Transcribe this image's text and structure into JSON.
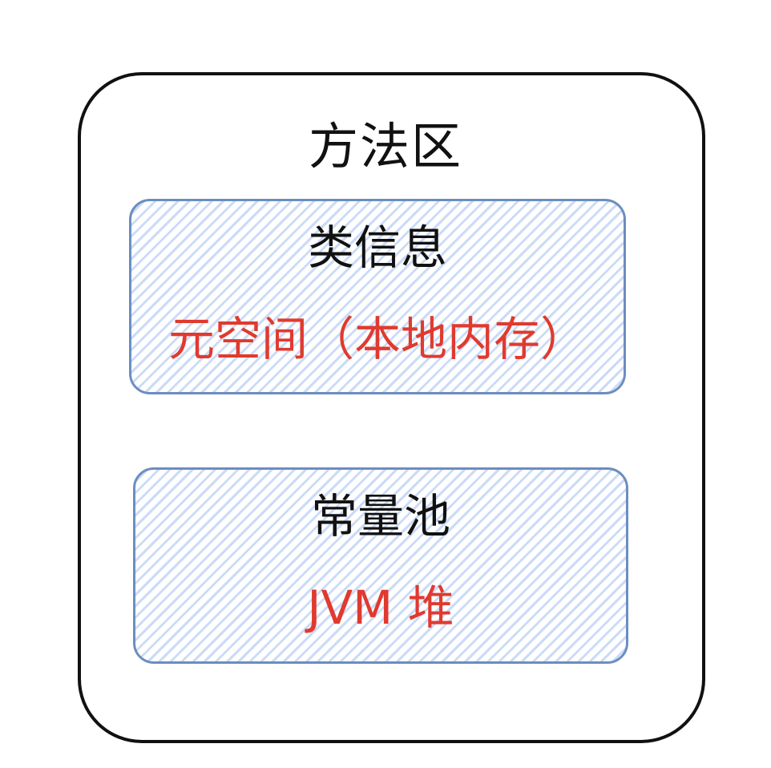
{
  "method_area": {
    "title": "方法区"
  },
  "class_info": {
    "title": "类信息",
    "location": "元空间（本地内存）"
  },
  "constant_pool": {
    "title": "常量池",
    "location": "JVM 堆"
  },
  "colors": {
    "outline": "#111111",
    "region_border": "#6c8ebf",
    "region_hatch": "#a0bef0",
    "location_text": "#e03a2f"
  }
}
